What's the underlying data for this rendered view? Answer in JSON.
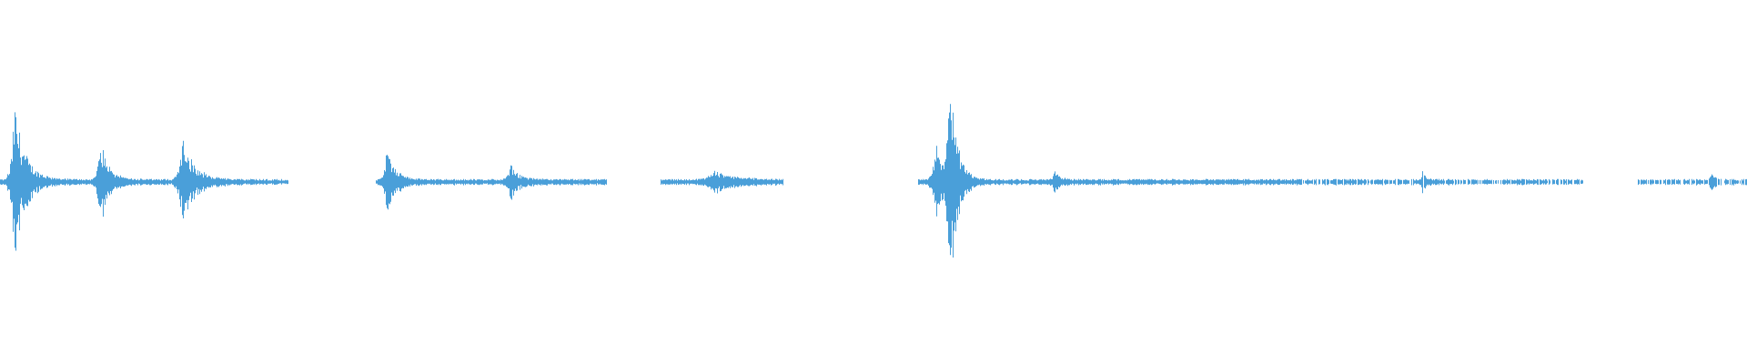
{
  "waveform": {
    "color": "#4a9fd9",
    "background": "#ffffff",
    "duration_fraction_silent_gaps": [
      [
        0.165,
        0.215
      ],
      [
        0.347,
        0.378
      ],
      [
        0.448,
        0.525
      ],
      [
        0.906,
        0.937
      ]
    ],
    "events": [
      {
        "t": 0.008,
        "peak": 0.44,
        "spread": 0.012
      },
      {
        "t": 0.057,
        "peak": 0.24,
        "spread": 0.01
      },
      {
        "t": 0.104,
        "peak": 0.27,
        "spread": 0.013
      },
      {
        "t": 0.221,
        "peak": 0.18,
        "spread": 0.01
      },
      {
        "t": 0.292,
        "peak": 0.09,
        "spread": 0.01
      },
      {
        "t": 0.408,
        "peak": 0.05,
        "spread": 0.025
      },
      {
        "t": 0.535,
        "peak": 0.22,
        "spread": 0.01
      },
      {
        "t": 0.543,
        "peak": 0.7,
        "spread": 0.008
      },
      {
        "t": 0.603,
        "peak": 0.06,
        "spread": 0.006
      },
      {
        "t": 0.814,
        "peak": 0.05,
        "spread": 0.004
      },
      {
        "t": 0.979,
        "peak": 0.05,
        "spread": 0.004
      }
    ],
    "noise_floor": 0.012
  }
}
